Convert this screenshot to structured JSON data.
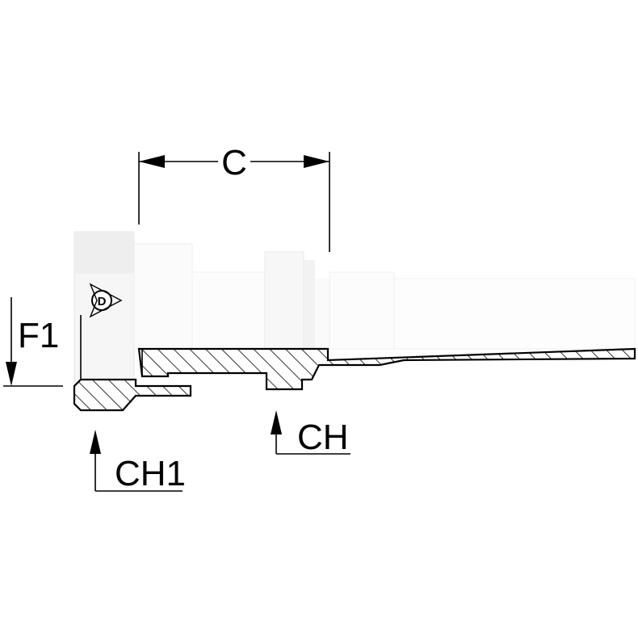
{
  "labels": {
    "c": "C",
    "f1": "F1",
    "ch": "CH",
    "ch1": "CH1"
  },
  "logo": {
    "letter": "D",
    "brand_color": "#000000"
  },
  "icons": {
    "arrow": "arrowhead",
    "logo": "dunlop-logo"
  }
}
